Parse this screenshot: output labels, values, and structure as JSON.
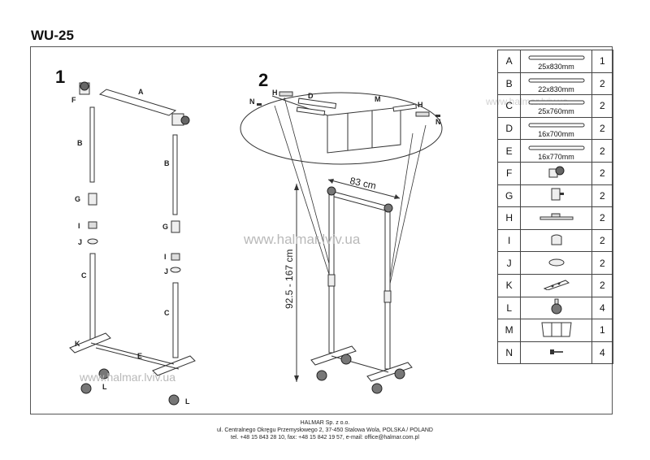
{
  "title": "WU-25",
  "steps": {
    "step1": "1",
    "step2": "2"
  },
  "watermarks": {
    "main": "www.halmar.lviv.ua",
    "left": "www.halmar.lviv.ua",
    "table": "www.halmar.lviv.ua"
  },
  "labels": {
    "A": "A",
    "B": "B",
    "C": "C",
    "D": "D",
    "E": "E",
    "F": "F",
    "G": "G",
    "H": "H",
    "I": "I",
    "J": "J",
    "K": "K",
    "L": "L",
    "M": "M",
    "N": "N"
  },
  "dimensions": {
    "width": "83 cm",
    "height": "92.5 - 167 cm"
  },
  "parts": [
    {
      "code": "A",
      "dim": "25x830mm",
      "qty": "1",
      "icon": "tube-icon"
    },
    {
      "code": "B",
      "dim": "22x830mm",
      "qty": "2",
      "icon": "tube-icon"
    },
    {
      "code": "C",
      "dim": "25x760mm",
      "qty": "2",
      "icon": "tube-icon"
    },
    {
      "code": "D",
      "dim": "16x700mm",
      "qty": "2",
      "icon": "tube-icon"
    },
    {
      "code": "E",
      "dim": "16x770mm",
      "qty": "2",
      "icon": "tube-icon"
    },
    {
      "code": "F",
      "dim": "",
      "qty": "2",
      "icon": "corner-connector-icon"
    },
    {
      "code": "G",
      "dim": "",
      "qty": "2",
      "icon": "clamp-icon"
    },
    {
      "code": "H",
      "dim": "",
      "qty": "2",
      "icon": "bracket-icon"
    },
    {
      "code": "I",
      "dim": "",
      "qty": "2",
      "icon": "hook-icon"
    },
    {
      "code": "J",
      "dim": "",
      "qty": "2",
      "icon": "washer-icon"
    },
    {
      "code": "K",
      "dim": "",
      "qty": "2",
      "icon": "base-connector-icon"
    },
    {
      "code": "L",
      "dim": "",
      "qty": "4",
      "icon": "caster-wheel-icon"
    },
    {
      "code": "M",
      "dim": "",
      "qty": "1",
      "icon": "shelf-basket-icon"
    },
    {
      "code": "N",
      "dim": "",
      "qty": "4",
      "icon": "screw-icon"
    }
  ],
  "footer": {
    "company": "HALMAR Sp. z o.o.",
    "address": "ul. Centralnego Okręgu Przemysłowego 2, 37-450 Stalowa Wola, POLSKA / POLAND",
    "contact": "tel. +48 15 843 28 10, fax: +48 15 842 19 57, e-mail: office@halmar.com.pl"
  }
}
